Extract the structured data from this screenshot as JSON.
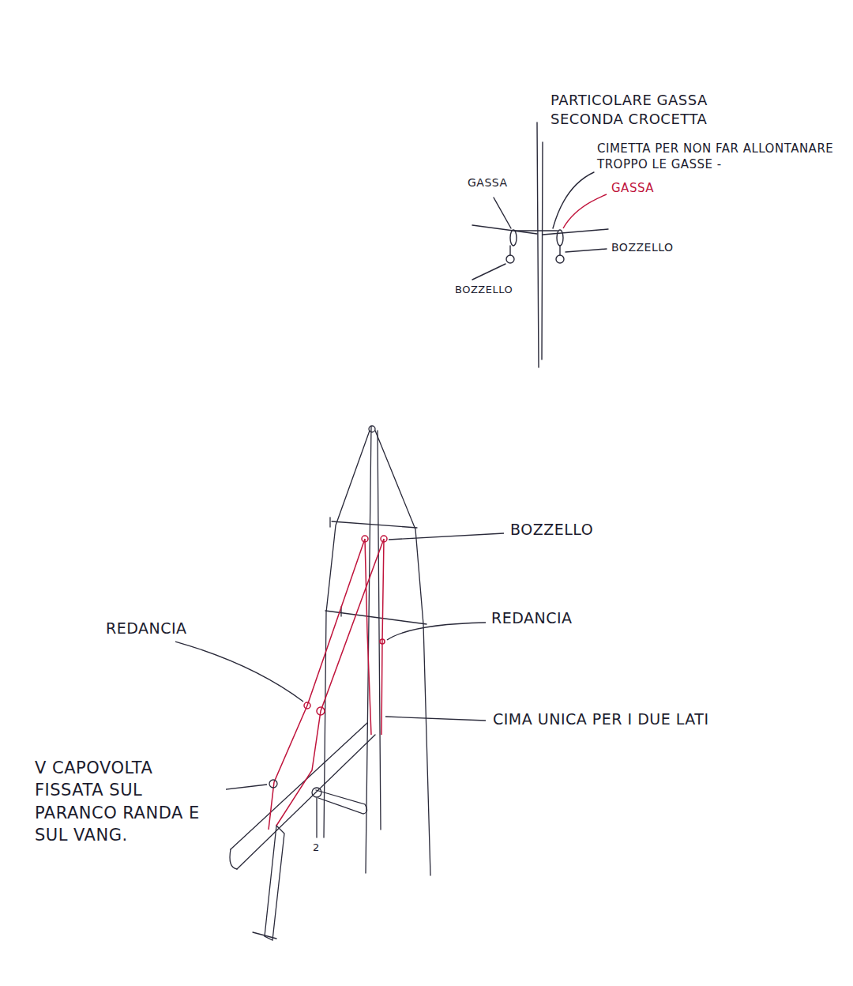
{
  "diagram": {
    "labels": [
      "PARTICOLARE GASSA SECONDA CROCETTA",
      "GASSA",
      "CIMETTA PER NON FAR ALLONTANARE TROPPO LE GASSE -",
      "GASSA",
      "BOZZELLO",
      "BOZZELLO",
      "BOZZELLO",
      "REDANCIA",
      "REDANCIA",
      "CIMA UNICA PER I DUE LATI",
      "V CAPOVOLTA FISSATA SUL PARANCO RANDA E SUL VANG.",
      "2"
    ]
  }
}
